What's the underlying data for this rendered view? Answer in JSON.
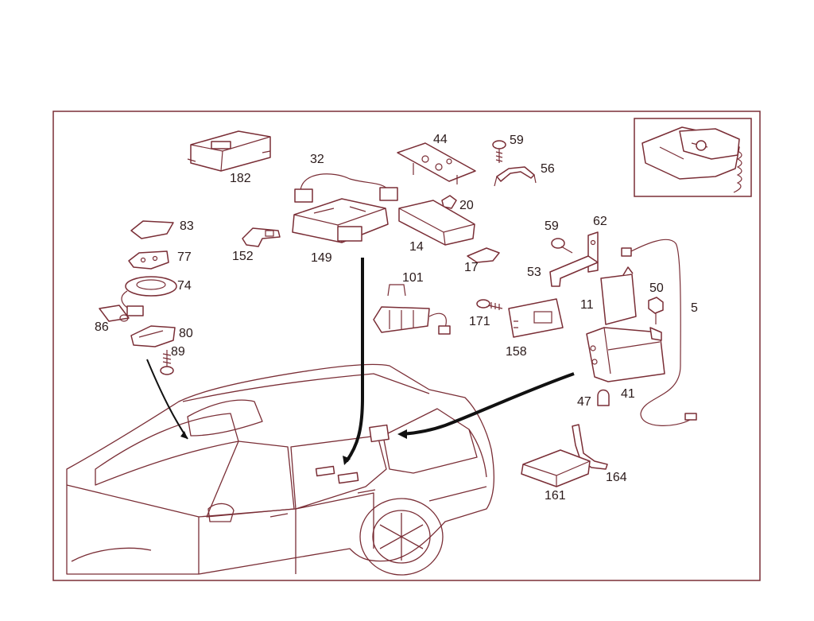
{
  "colors": {
    "line": "#7a2e36",
    "arrow": "#111111",
    "label": "#2a1a1a",
    "background": "#ffffff"
  },
  "labels": {
    "p182": "182",
    "p32": "32",
    "p44": "44",
    "p59a": "59",
    "p56": "56",
    "p20": "20",
    "p83": "83",
    "p152": "152",
    "p149": "149",
    "p14": "14",
    "p77": "77",
    "p17": "17",
    "p59b": "59",
    "p62": "62",
    "p74": "74",
    "p101": "101",
    "p53": "53",
    "p50": "50",
    "p5": "5",
    "p86": "86",
    "p80": "80",
    "p171": "171",
    "p11": "11",
    "p89": "89",
    "p158": "158",
    "p47": "47",
    "p41": "41",
    "p164": "164",
    "p161": "161"
  }
}
